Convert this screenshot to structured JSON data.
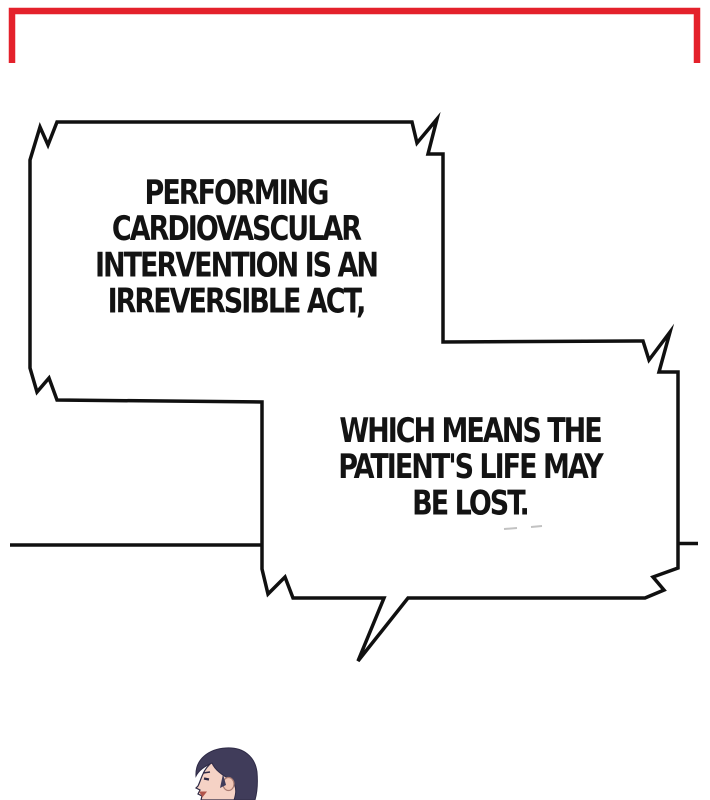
{
  "panel": {
    "background": "#ffffff",
    "outline_color": "#101010",
    "frame_top_color": "#e4212b",
    "smudge_color": "#c2c2c2"
  },
  "bubbles": [
    {
      "lines": [
        "PERFORMING",
        "CARDIOVASCULAR",
        "INTERVENTION IS AN",
        "IRREVERSIBLE ACT,"
      ]
    },
    {
      "lines": [
        "WHICH MEANS THE",
        "PATIENT'S LIFE MAY",
        "BE LOST."
      ]
    }
  ],
  "character": {
    "description": "dark-haired man, side profile, bottom of panel",
    "hair_color": "#403c5a",
    "hair_shadow_color": "#2f2b47",
    "skin_color": "#f5d2c5",
    "ear_color": "#f2c7b7",
    "feature_color": "#2e2a45",
    "mouth_color": "#b0544a"
  }
}
